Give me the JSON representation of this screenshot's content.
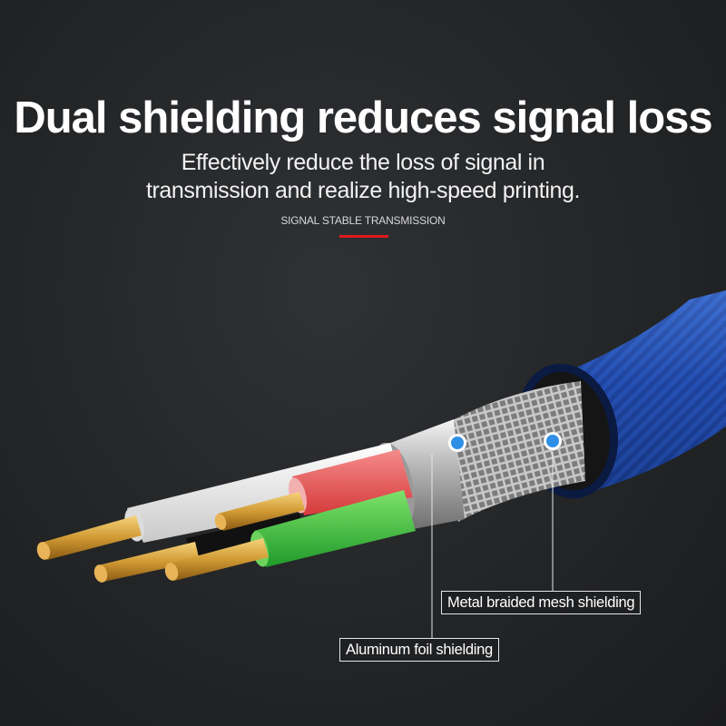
{
  "headline": "Dual shielding reduces signal loss",
  "subtitle": "Effectively reduce the loss of signal in transmission and realize high-speed printing.",
  "tagline": "SIGNAL STABLE TRANSMISSION",
  "callouts": {
    "mesh": "Metal braided mesh shielding",
    "foil": "Aluminum foil shielding"
  },
  "colors": {
    "background": "#232527",
    "accent_red": "#e0191c",
    "cable_jacket": "#2a55b5",
    "marker_blue": "#2f8fe6",
    "copper": "#d7a23d"
  }
}
